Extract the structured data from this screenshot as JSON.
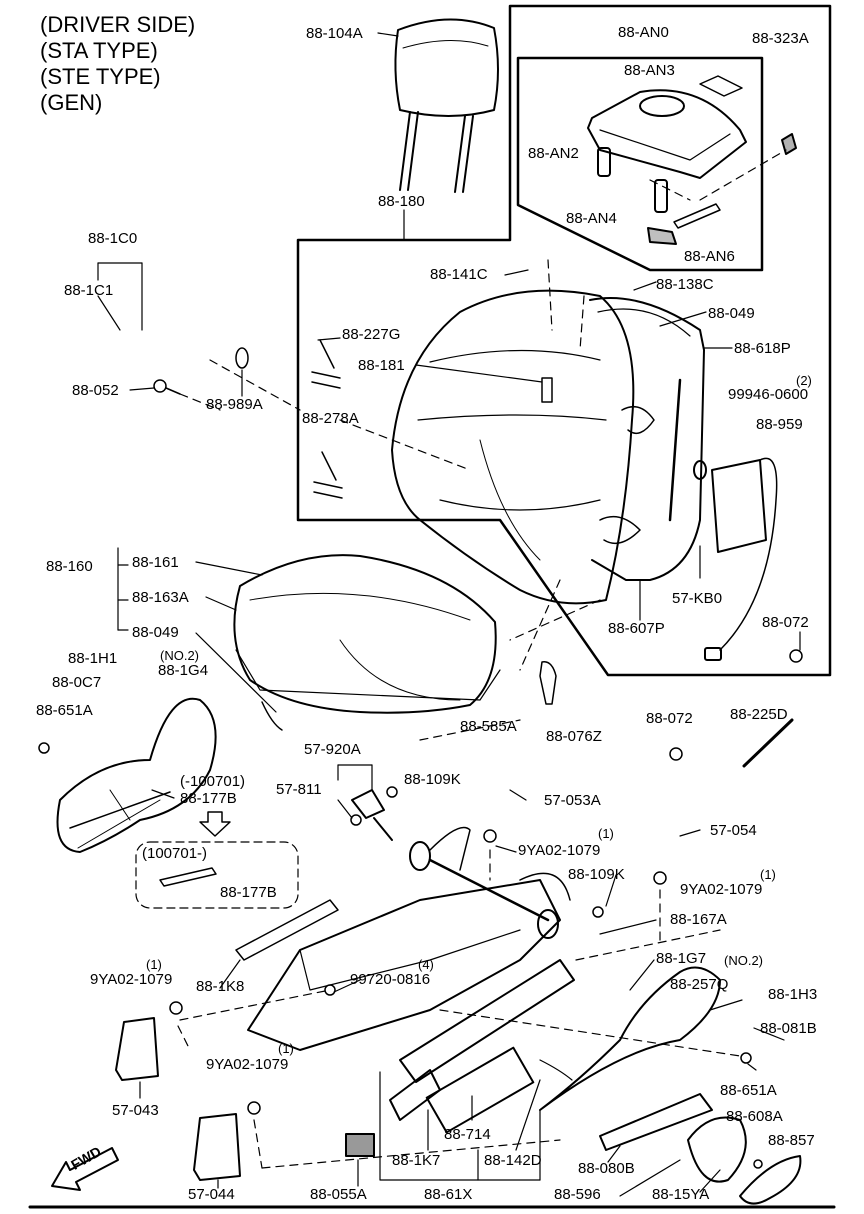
{
  "header": {
    "line1": "(DRIVER SIDE)",
    "line2": "(STA TYPE)",
    "line3": "(STE TYPE)",
    "line4": "(GEN)"
  },
  "labels": {
    "p_88_104A": "88-104A",
    "p_88_AN0": "88-AN0",
    "p_88_323A": "88-323A",
    "p_88_AN3": "88-AN3",
    "p_88_AN2": "88-AN2",
    "p_88_AN4": "88-AN4",
    "p_88_AN6": "88-AN6",
    "p_88_180": "88-180",
    "p_88_1C0": "88-1C0",
    "p_88_1C1": "88-1C1",
    "p_88_052": "88-052",
    "p_88_989A": "88-989A",
    "p_88_141C": "88-141C",
    "p_88_138C": "88-138C",
    "p_88_049_top": "88-049",
    "p_88_618P": "88-618P",
    "p_88_227G": "88-227G",
    "p_88_181": "88-181",
    "p_99946_0600": "99946-0600",
    "p_99946_qty": "(2)",
    "p_88_278A": "88-278A",
    "p_88_959": "88-959",
    "p_88_160": "88-160",
    "p_88_161": "88-161",
    "p_88_163A": "88-163A",
    "p_88_049_low": "88-049",
    "p_57_KB0": "57-KB0",
    "p_88_607P": "88-607P",
    "p_88_072_r": "88-072",
    "p_88_1H1": "88-1H1",
    "p_no2_a": "(NO.2)",
    "p_88_1G4": "88-1G4",
    "p_88_0C7": "88-0C7",
    "p_88_651A_l": "88-651A",
    "p_88_585A": "88-585A",
    "p_88_076Z": "88-076Z",
    "p_88_072_m": "88-072",
    "p_88_225D": "88-225D",
    "p_57_920A": "57-920A",
    "p_57_811": "57-811",
    "p_88_109K_a": "88-109K",
    "p_57_053A": "57-053A",
    "p_100701_pre": "(-100701)",
    "p_88_177B_a": "88-177B",
    "p_57_054": "57-054",
    "p_qty1_a": "(1)",
    "p_9YA02_a": "9YA02-1079",
    "p_100701_post": "(100701-)",
    "p_88_177B_b": "88-177B",
    "p_88_109K_b": "88-109K",
    "p_qty1_b": "(1)",
    "p_9YA02_b": "9YA02-1079",
    "p_88_167A": "88-167A",
    "p_88_1K8": "88-1K8",
    "p_99720_0816": "99720-0816",
    "p_qty4": "(4)",
    "p_88_1G7": "88-1G7",
    "p_no2_b": "(NO.2)",
    "p_qty1_c": "(1)",
    "p_9YA02_c": "9YA02-1079",
    "p_88_257Q": "88-257Q",
    "p_88_1H3": "88-1H3",
    "p_88_081B": "88-081B",
    "p_qty1_d": "(1)",
    "p_9YA02_d": "9YA02-1079",
    "p_57_043": "57-043",
    "p_88_651A_r": "88-651A",
    "p_88_714": "88-714",
    "p_88_608A": "88-608A",
    "p_88_857": "88-857",
    "p_88_1K7": "88-1K7",
    "p_88_142D": "88-142D",
    "p_57_044": "57-044",
    "p_88_055A": "88-055A",
    "p_88_61X": "88-61X",
    "p_88_596": "88-596",
    "p_88_080B": "88-080B",
    "p_88_15YA": "88-15YA",
    "fwd": "FWD"
  }
}
